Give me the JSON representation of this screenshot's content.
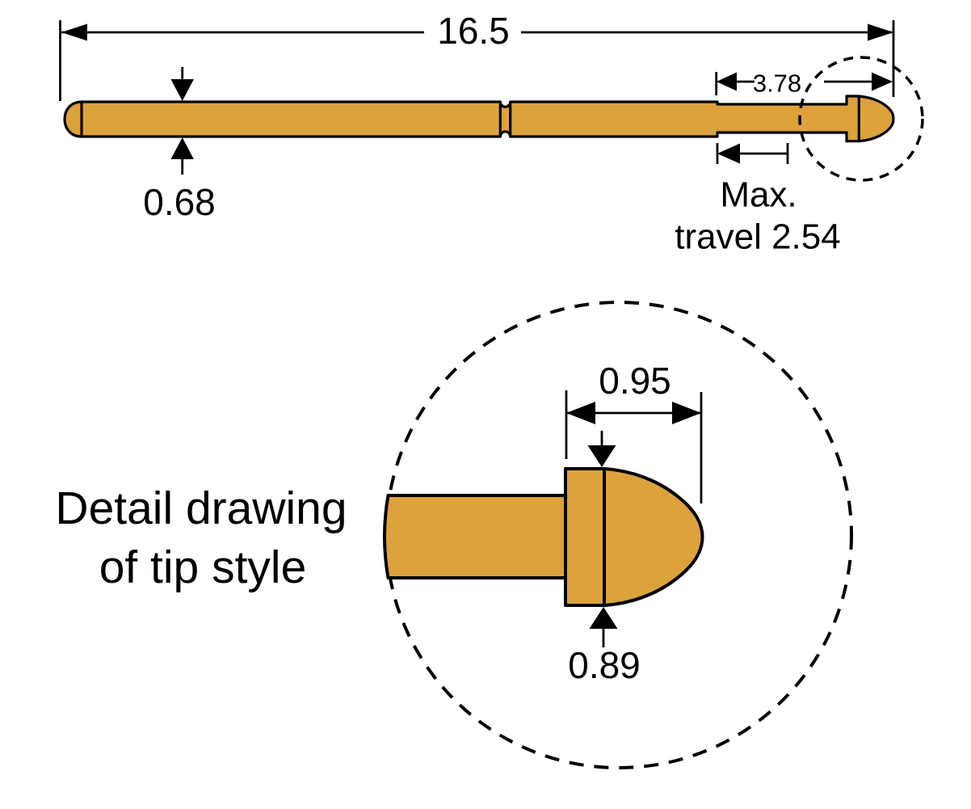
{
  "main_view": {
    "overall_length_label": "16.5",
    "diameter_label": "0.68",
    "tip_length_label": "3.78",
    "max_travel_label_line1": "Max.",
    "max_travel_label_line2": "travel 2.54"
  },
  "detail_view": {
    "caption_line1": "Detail drawing",
    "caption_line2": "of tip style",
    "tip_length_label": "0.95",
    "tip_diameter_label": "0.89"
  },
  "colors": {
    "brass": "#DDA23C",
    "outline": "#000000"
  }
}
